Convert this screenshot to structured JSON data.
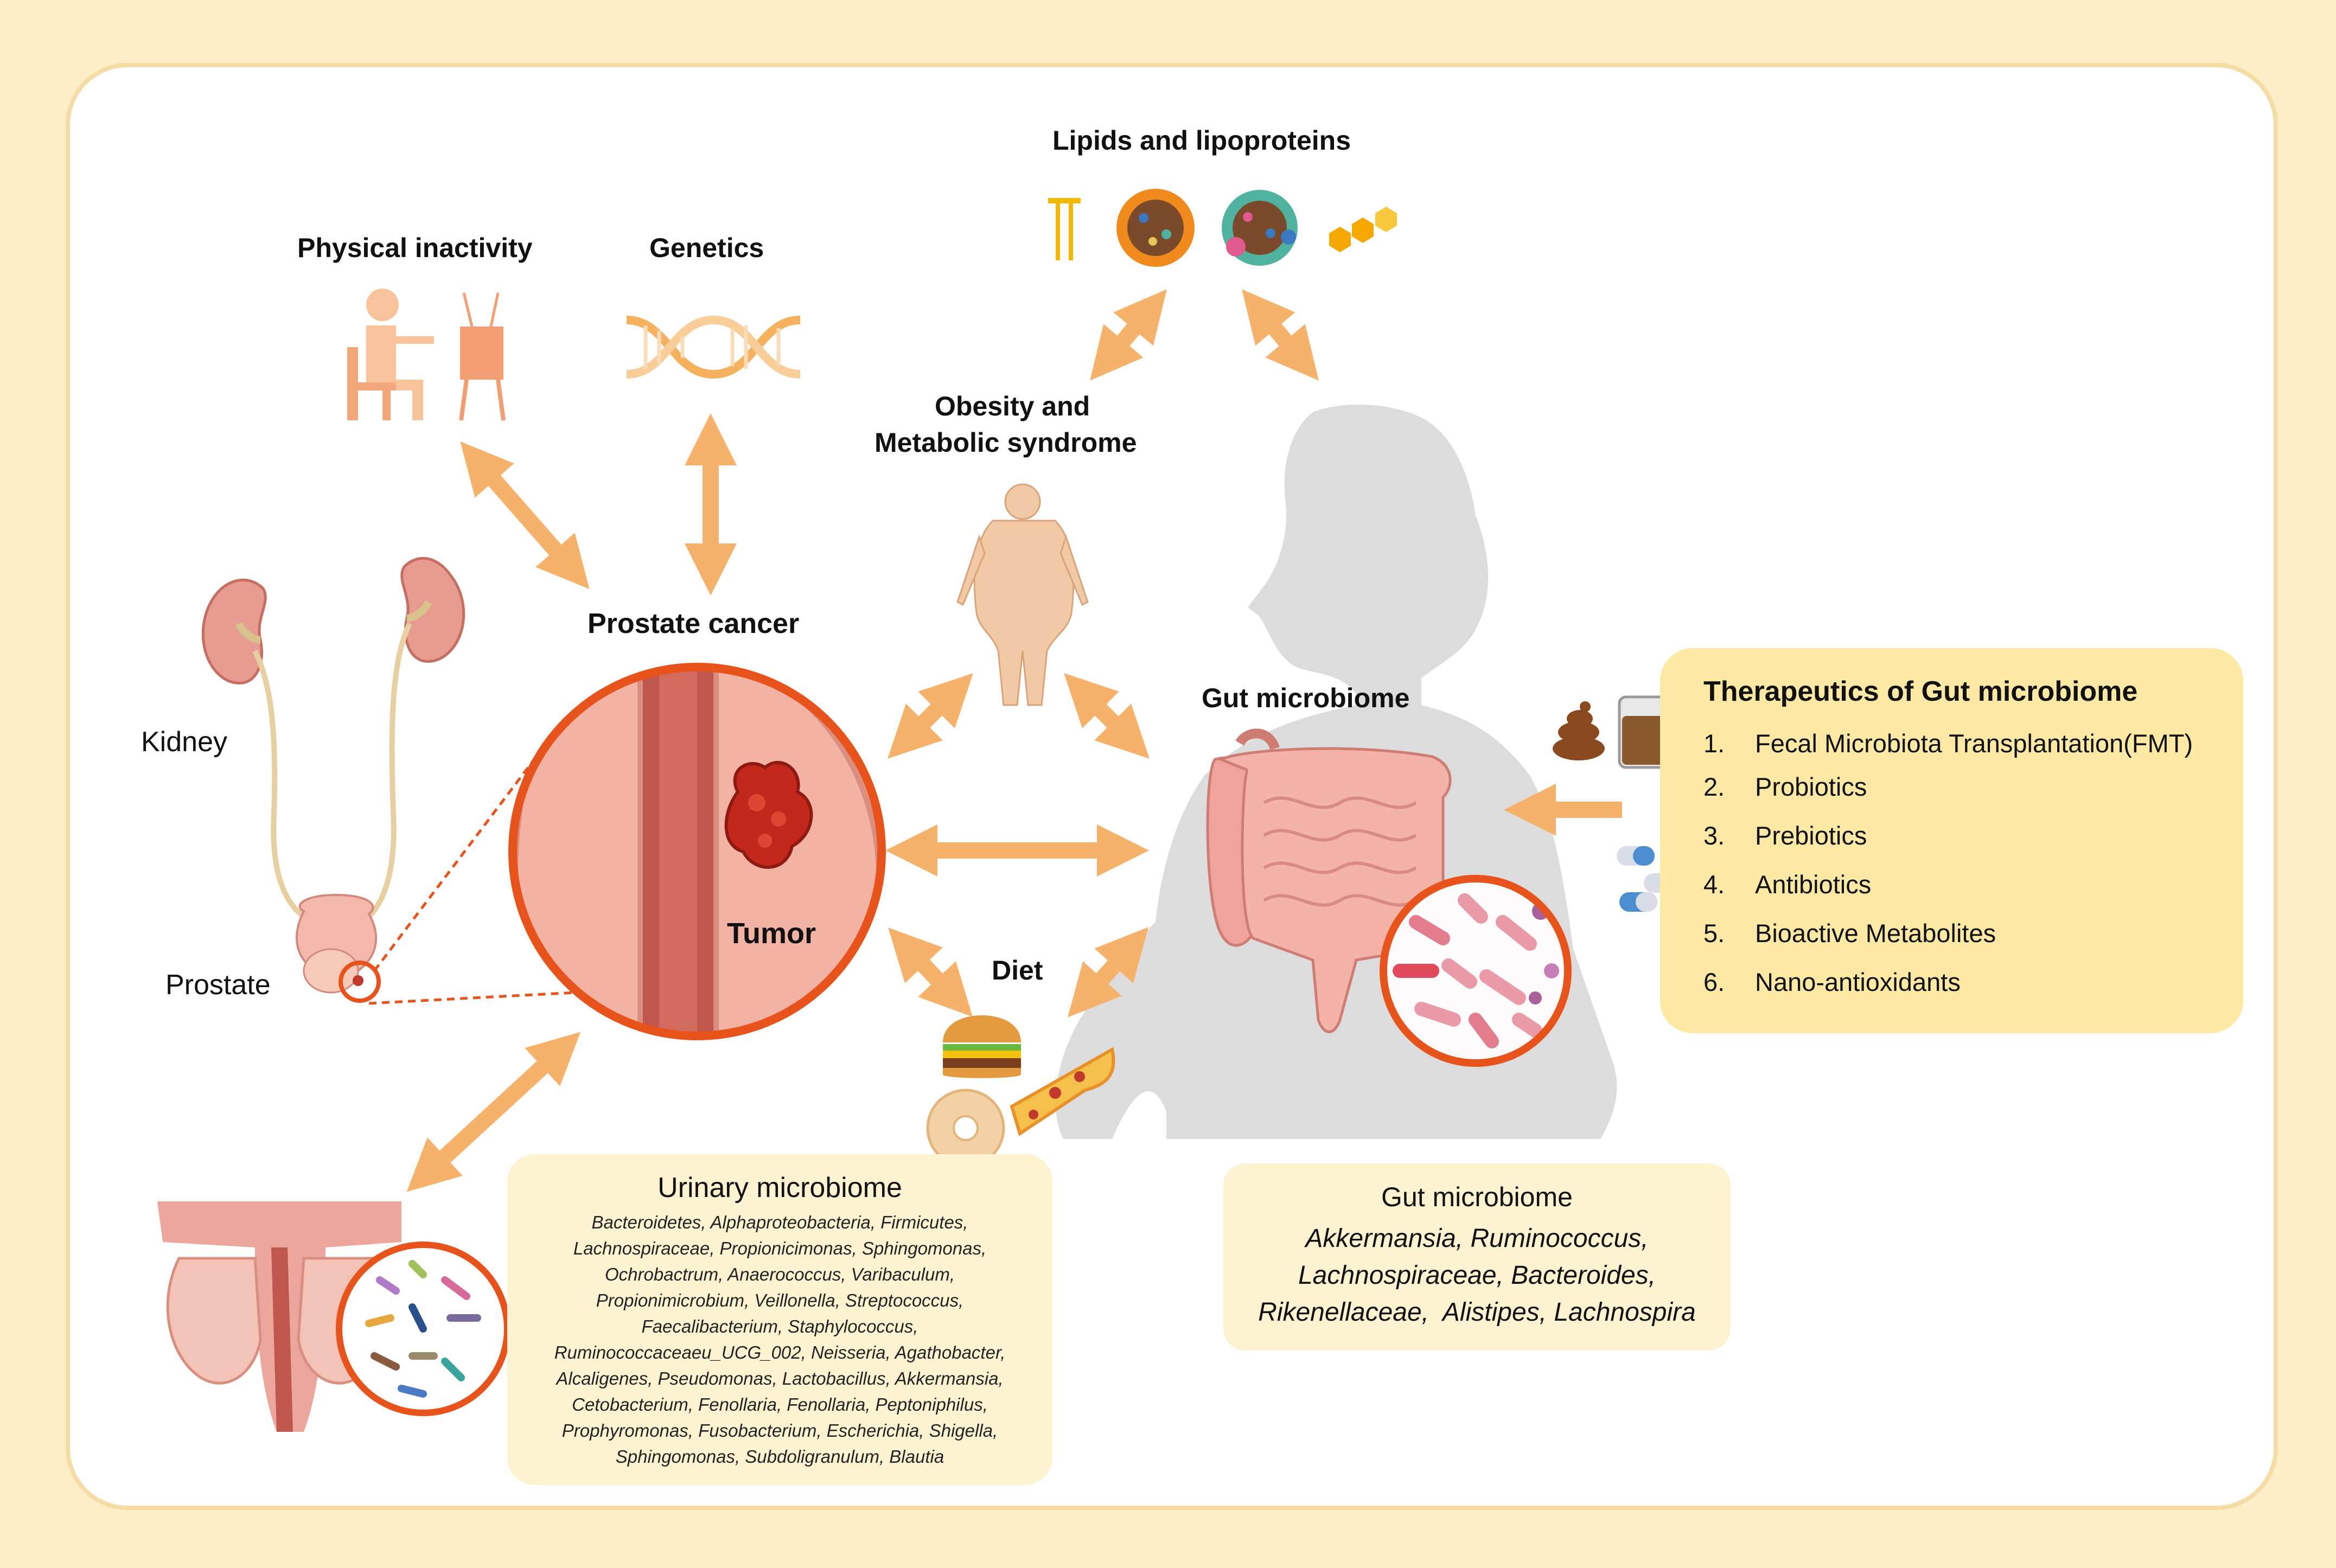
{
  "labels": {
    "lipids": "Lipids and lipoproteins",
    "physical_inactivity": "Physical inactivity",
    "genetics": "Genetics",
    "obesity_line1": "Obesity and",
    "obesity_line2": "Metabolic syndrome",
    "prostate_cancer": "Prostate cancer",
    "kidney": "Kidney",
    "prostate": "Prostate",
    "tumor": "Tumor",
    "gut_microbiome": "Gut microbiome",
    "diet": "Diet"
  },
  "therapeutics": {
    "title": "Therapeutics of Gut microbiome",
    "items": [
      {
        "num": "1.",
        "text": "Fecal Microbiota Transplantation(FMT)"
      },
      {
        "num": "2.",
        "text": "Probiotics"
      },
      {
        "num": "3.",
        "text": "Prebiotics"
      },
      {
        "num": "4.",
        "text": "Antibiotics"
      },
      {
        "num": "5.",
        "text": "Bioactive Metabolites"
      },
      {
        "num": "6.",
        "text": "Nano-antioxidants"
      }
    ]
  },
  "urinary_box": {
    "title": "Urinary microbiome",
    "lines": [
      "Bacteroidetes, Alphaproteobacteria, Firmicutes,",
      "Lachnospiraceae, Propionicimonas, Sphingomonas,",
      "Ochrobactrum, Anaerococcus, Varibaculum,",
      "Propionimicrobium, Veillonella, Streptococcus,",
      "Faecalibacterium, Staphylococcus,",
      "Ruminococcaceaeu_UCG_002, Neisseria, Agathobacter,",
      "Alcaligenes, Pseudomonas, Lactobacillus, Akkermansia,",
      "Cetobacterium, Fenollaria, Fenollaria, Peptoniphilus,",
      "Prophyromonas, Fusobacterium, Escherichia, Shigella,",
      "Sphingomonas, Subdoligranulum, Blautia"
    ]
  },
  "gut_box": {
    "title": "Gut microbiome",
    "lines": [
      "Akkermansia, Ruminococcus,",
      "Lachnospiraceae, Bacteroides,",
      "Rikenellaceae,  Alistipes, Lachnospira"
    ]
  },
  "colors": {
    "frame": "#fdeec8",
    "panel": "#ffffff",
    "arrow": "#f6b26b",
    "highlight_box": "#fde9a4",
    "soft_box": "#fdf3d1",
    "tumor_ring": "#e8521b",
    "silhouette": "#dcdcdc"
  },
  "icons": [
    "person-tv-icon",
    "dna-icon",
    "lipid-icon",
    "lipoprotein-icon",
    "obese-person-icon",
    "kidney-icon",
    "prostate-icon",
    "tumor-icon",
    "human-silhouette-icon",
    "intestine-icon",
    "bacteria-icon",
    "food-icon",
    "stool-icon",
    "beaker-icon",
    "capsule-icon"
  ]
}
